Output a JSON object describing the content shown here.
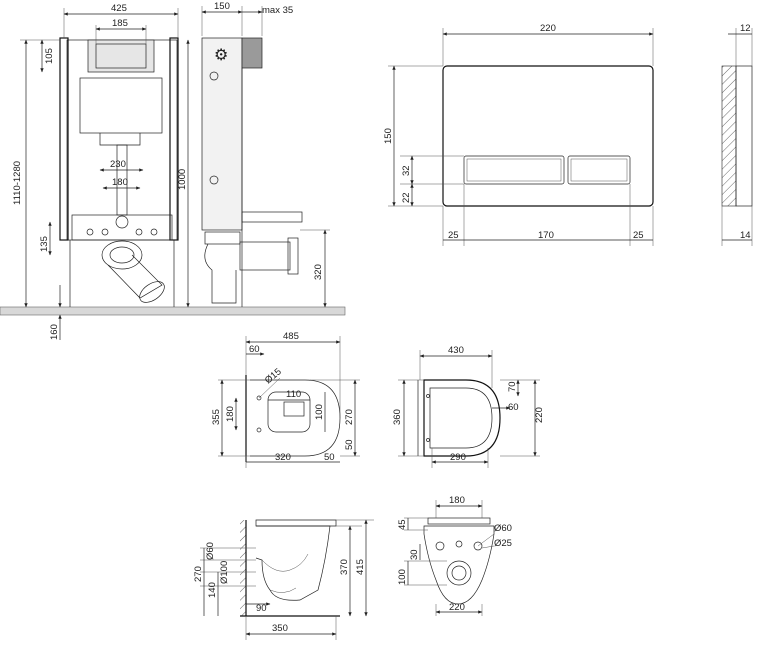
{
  "front_view": {
    "width": "425",
    "bracket": "185",
    "pipe_gap": "230",
    "inner_gap": "180",
    "top_offset": "105",
    "install_height": "1110-1280",
    "frame_height": "1000",
    "outlet_height": "135",
    "floor_depth": "160"
  },
  "side_view": {
    "depth": "150",
    "max_offset": "max 35",
    "outlet_height": "320"
  },
  "flush_plate": {
    "width": "220",
    "height": "150",
    "button_height": "32",
    "bottom_offset": "22",
    "margin_left": "25",
    "button_width": "170",
    "margin_right": "25",
    "thickness": "12",
    "depth": "14"
  },
  "toilet_plan": {
    "length": "485",
    "hole_offset": "60",
    "hole_diameter": "Ø15",
    "inner_width": "110",
    "depth_355": "355",
    "depth_180": "180",
    "bowl_100": "100",
    "width_270": "270",
    "offset_50_right": "50",
    "base_320": "320",
    "base_50": "50"
  },
  "seat_plan": {
    "length": "430",
    "offset_70": "70",
    "offset_60": "60",
    "width_220": "220",
    "depth_360": "360",
    "base_290": "290"
  },
  "toilet_side": {
    "d60": "Ø60",
    "d100": "Ø100",
    "h270": "270",
    "h140": "140",
    "h370": "370",
    "h415": "415",
    "w90": "90",
    "w350": "350"
  },
  "toilet_back": {
    "w180": "180",
    "h45": "45",
    "d60": "Ø60",
    "d25": "Ø25",
    "h30": "30",
    "h100": "100",
    "w220": "220"
  }
}
